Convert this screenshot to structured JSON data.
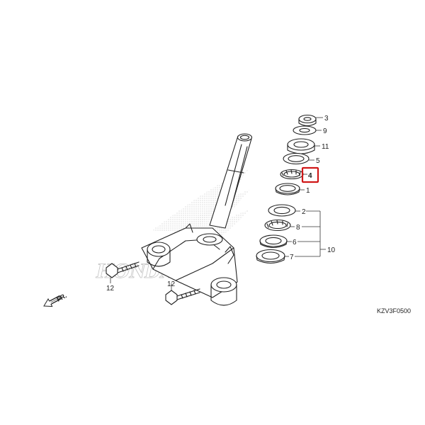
{
  "parts": {
    "p1": "1",
    "p2": "2",
    "p3": "3",
    "p4": "4",
    "p5": "5",
    "p6": "6",
    "p7": "7",
    "p8": "8",
    "p9": "9",
    "p10": "10",
    "p11": "11",
    "p12a": "12",
    "p12b": "12"
  },
  "highlighted_part": "4",
  "highlight_color": "#d01818",
  "direction_label": "FR.",
  "diagram_code": "KZV3F0500",
  "watermark_text": "HONDA"
}
